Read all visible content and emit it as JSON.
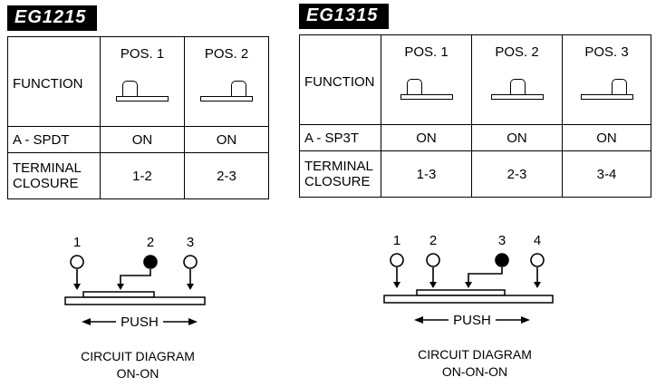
{
  "left": {
    "title": "EG1215",
    "table": {
      "function_label": "FUNCTION",
      "positions": [
        "POS. 1",
        "POS. 2"
      ],
      "knob_classes": [
        "knob knob-left",
        "knob knob-right"
      ],
      "function_row": {
        "label": "A - SPDT",
        "values": [
          "ON",
          "ON"
        ]
      },
      "closure_row": {
        "label_line1": "TERMINAL",
        "label_line2": "CLOSURE",
        "values": [
          "1-2",
          "2-3"
        ]
      }
    },
    "diagram": {
      "terminals": [
        "1",
        "2",
        "3"
      ],
      "common_terminal": "2",
      "push_label": "PUSH",
      "caption_line1": "CIRCUIT DIAGRAM",
      "caption_line2": "ON-ON"
    }
  },
  "right": {
    "title": "EG1315",
    "table": {
      "function_label": "FUNCTION",
      "positions": [
        "POS. 1",
        "POS. 2",
        "POS. 3"
      ],
      "knob_classes": [
        "knob knob-left",
        "knob knob-center",
        "knob knob-right"
      ],
      "function_row": {
        "label": "A - SP3T",
        "values": [
          "ON",
          "ON",
          "ON"
        ]
      },
      "closure_row": {
        "label_line1": "TERMINAL",
        "label_line2": "CLOSURE",
        "values": [
          "1-3",
          "2-3",
          "3-4"
        ]
      }
    },
    "diagram": {
      "terminals": [
        "1",
        "2",
        "3",
        "4"
      ],
      "common_terminal": "3",
      "push_label": "PUSH",
      "caption_line1": "CIRCUIT DIAGRAM",
      "caption_line2": "ON-ON-ON"
    }
  }
}
